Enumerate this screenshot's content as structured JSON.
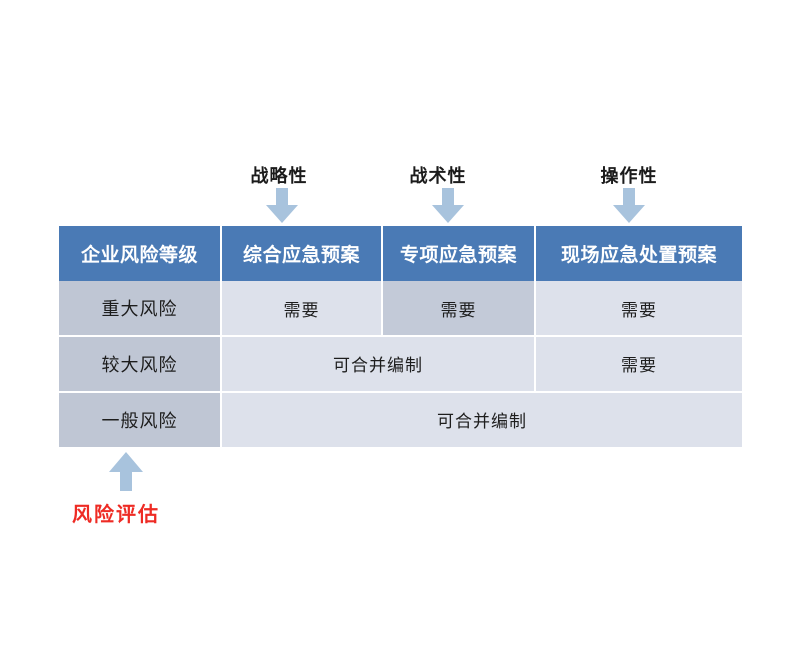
{
  "figure": {
    "title_text": "",
    "accent_header_color": "#4a7ab5",
    "row_header_color": "#bfc6d4",
    "cell_color": "#dde1eb",
    "highlight_cell_color": "#c3cad8",
    "arrow_color": "#a8c3dd",
    "caption_color": "#ee2b24"
  },
  "annotations": {
    "top": [
      {
        "label": "战略性",
        "icon": "arrow-down-icon"
      },
      {
        "label": "战术性",
        "icon": "arrow-down-icon"
      },
      {
        "label": "操作性",
        "icon": "arrow-down-icon"
      }
    ],
    "bottom": {
      "label": "风险评估",
      "icon": "arrow-up-icon"
    }
  },
  "table": {
    "columns": [
      "企业风险等级",
      "综合应急预案",
      "专项应急预案",
      "现场应急处置预案"
    ],
    "rows": [
      {
        "level": "重大风险",
        "cells": [
          {
            "text": "需要",
            "span": 1,
            "highlight": false
          },
          {
            "text": "需要",
            "span": 1,
            "highlight": true
          },
          {
            "text": "需要",
            "span": 1,
            "highlight": false
          }
        ]
      },
      {
        "level": "较大风险",
        "cells": [
          {
            "text": "可合并编制",
            "span": 2,
            "highlight": false
          },
          {
            "text": "需要",
            "span": 1,
            "highlight": false
          }
        ]
      },
      {
        "level": "一般风险",
        "cells": [
          {
            "text": "可合并编制",
            "span": 3,
            "highlight": false
          }
        ]
      }
    ]
  }
}
